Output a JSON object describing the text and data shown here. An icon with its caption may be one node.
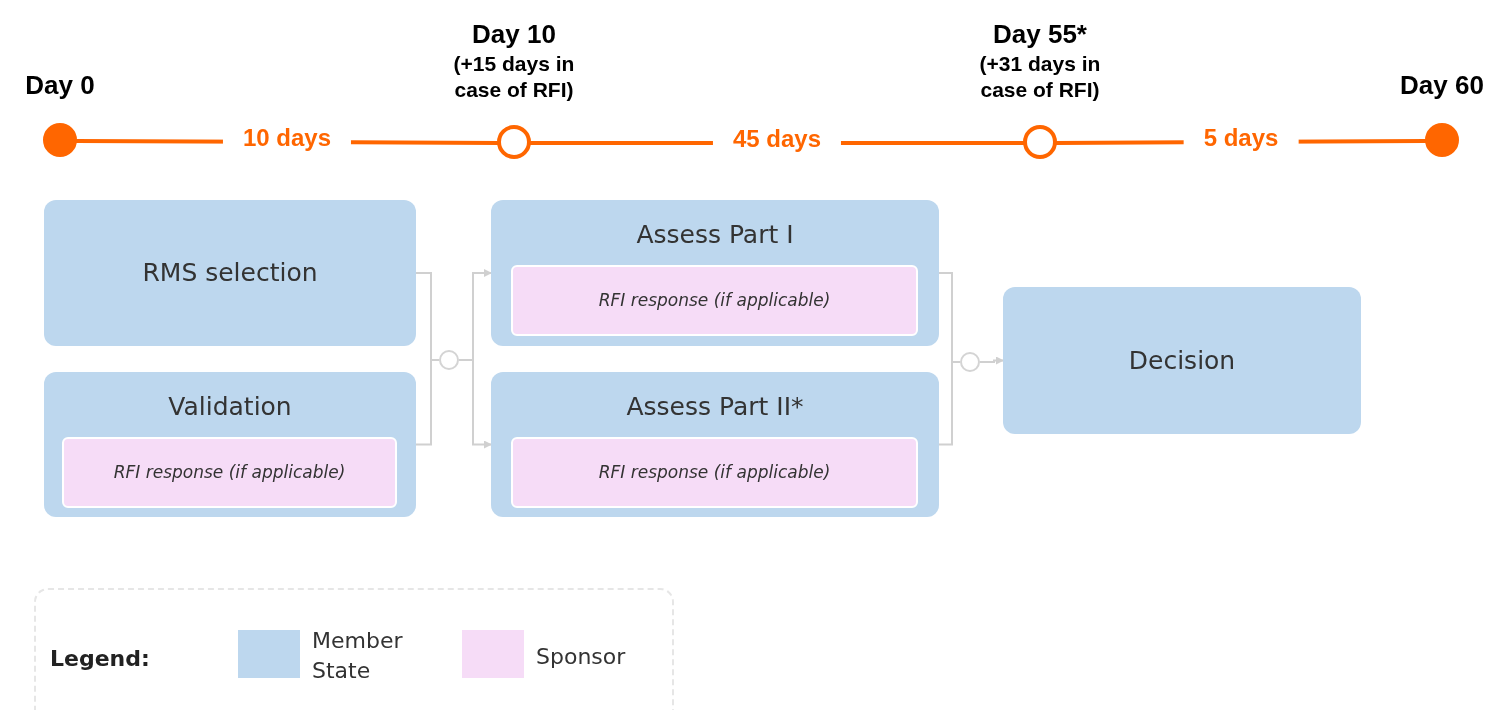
{
  "diagram": {
    "nodes": [
      {
        "text": [
          "Day 0"
        ]
      },
      {
        "text": [
          "Day 10",
          "(+15 days in case of RFI)"
        ]
      },
      {
        "text": [
          "Day 55*",
          "(+31 days in case of RFI)"
        ]
      },
      {
        "text": [
          "Day 60"
        ]
      },
      {
        "text": [
          "RMS selection"
        ]
      },
      {
        "text": [
          "Validation"
        ]
      },
      {
        "text": [
          "RFI response (if applicable)"
        ],
        "in": 5
      },
      {
        "text": [],
        "shape": "circle"
      },
      {
        "text": [
          "Assess Part I"
        ]
      },
      {
        "text": [
          "RFI response (if applicable)"
        ],
        "in": 8
      },
      {
        "text": [
          "Assess Part II*"
        ]
      },
      {
        "text": [
          "RFI response (if applicable)"
        ],
        "in": 10
      },
      {
        "text": [],
        "shape": "circle"
      },
      {
        "text": [
          "Decision"
        ]
      }
    ],
    "edges": [
      {
        "from": 0,
        "to": 1,
        "arrow": "none",
        "label": "10 days",
        "color": "#ff6600"
      },
      {
        "from": 1,
        "to": 2,
        "arrow": "none",
        "label": "45 days",
        "color": "#ff6600"
      },
      {
        "from": 2,
        "to": 3,
        "arrow": "none",
        "label": "5 days",
        "color": "#ff6600"
      },
      {
        "from": 4,
        "to": 7,
        "arrow": "none"
      },
      {
        "from": 5,
        "to": 7,
        "arrow": "none"
      },
      {
        "from": 7,
        "to": 8,
        "arrow": "to"
      },
      {
        "from": 7,
        "to": 10,
        "arrow": "to"
      },
      {
        "from": 8,
        "to": 12,
        "arrow": "none"
      },
      {
        "from": 10,
        "to": 12,
        "arrow": "none"
      },
      {
        "from": 12,
        "to": 13,
        "arrow": "to"
      }
    ],
    "labels": [
      "Legend:"
    ],
    "legend": [
      {
        "text": "Member State",
        "color": "#bdd7ee"
      },
      {
        "text": "Sponsor",
        "color": "#f6dcf7"
      }
    ]
  }
}
